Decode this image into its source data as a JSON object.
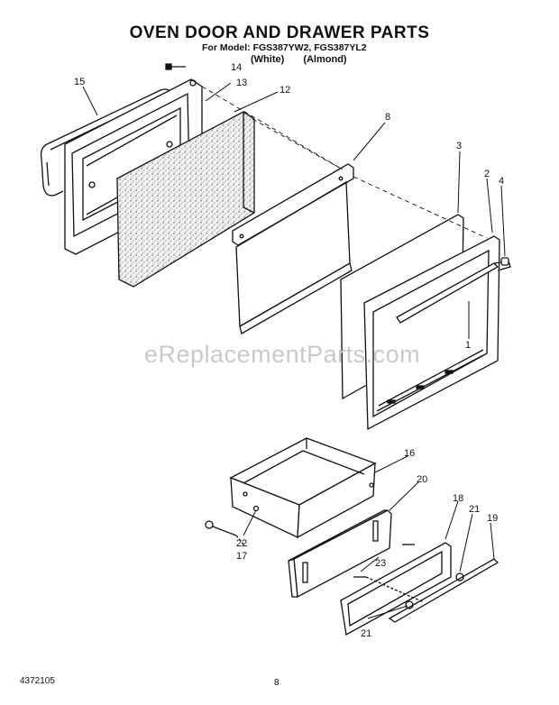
{
  "header": {
    "title": "OVEN DOOR AND DRAWER PARTS",
    "model_line": "For Model: FGS387YW2, FGS387YL2",
    "variants": [
      "(White)",
      "(Almond)"
    ]
  },
  "watermark": "eReplacementParts.com",
  "footer": {
    "part_number": "4372105",
    "page": "8"
  },
  "callouts": {
    "c1": "1",
    "c2": "2",
    "c3": "3",
    "c4": "4",
    "c8": "8",
    "c12": "12",
    "c13": "13",
    "c14": "14",
    "c15": "15",
    "c16": "16",
    "c17": "17",
    "c18": "18",
    "c19": "19",
    "c20": "20",
    "c21a": "21",
    "c21b": "21",
    "c22": "22",
    "c23": "23"
  }
}
